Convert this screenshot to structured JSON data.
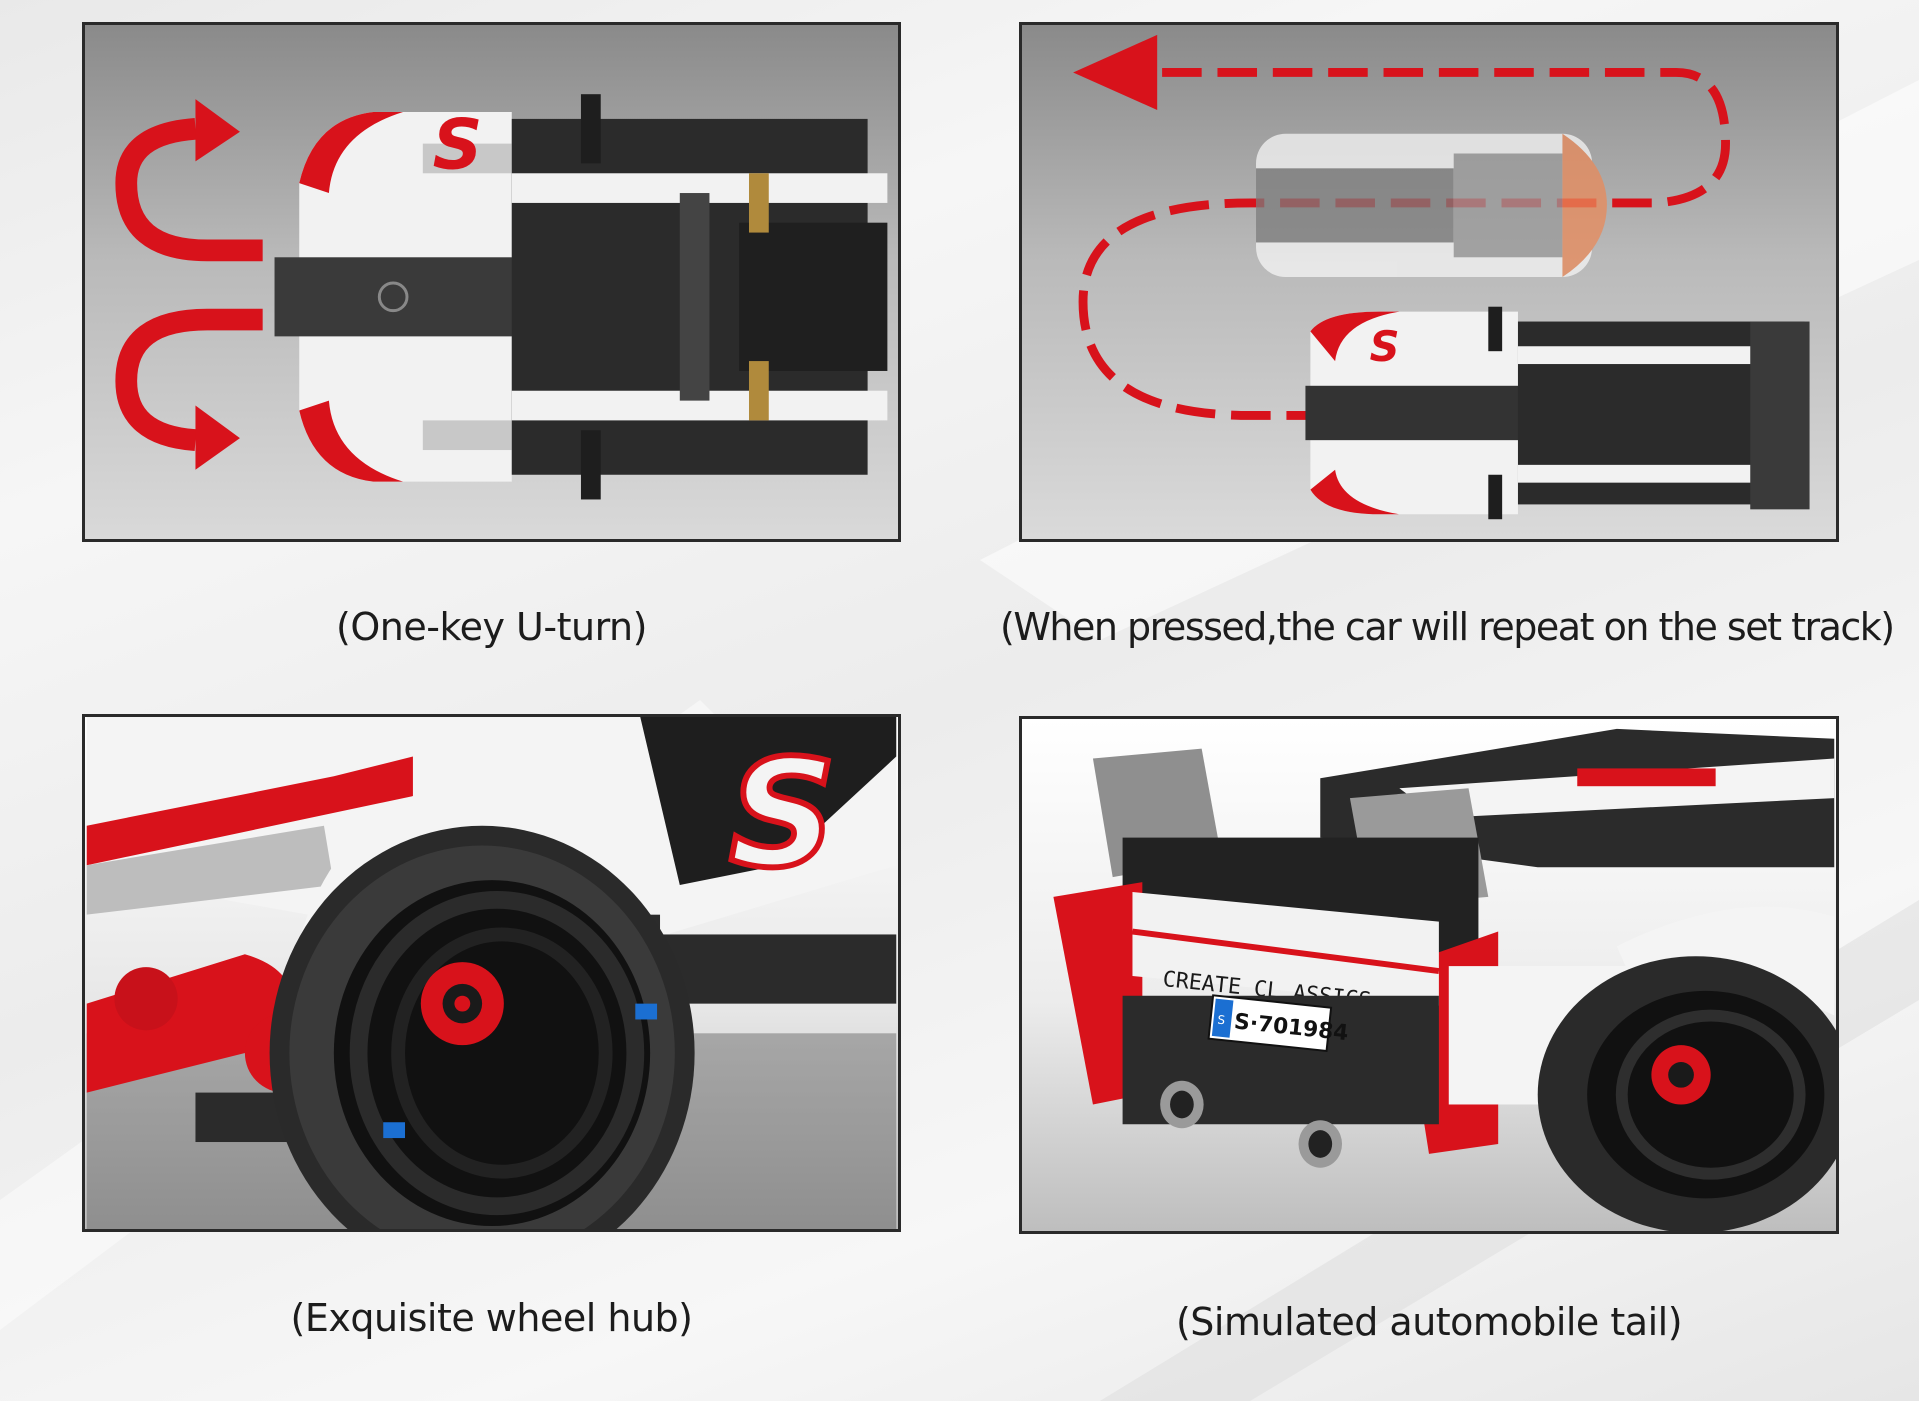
{
  "panels": [
    {
      "caption": "(One-key U-turn)"
    },
    {
      "caption": "(When pressed,the car will repeat on the set track)"
    },
    {
      "caption": "(Exquisite wheel hub)"
    },
    {
      "caption": "(Simulated automobile tail)"
    }
  ],
  "tail_detail": {
    "bumper_text": "CREATE CL ASSICS",
    "plate_region": "S",
    "plate_number": "S·701984"
  },
  "colors": {
    "accent_red": "#d8121b",
    "dark_grey": "#2b2b2b",
    "body_white": "#f4f4f4"
  }
}
